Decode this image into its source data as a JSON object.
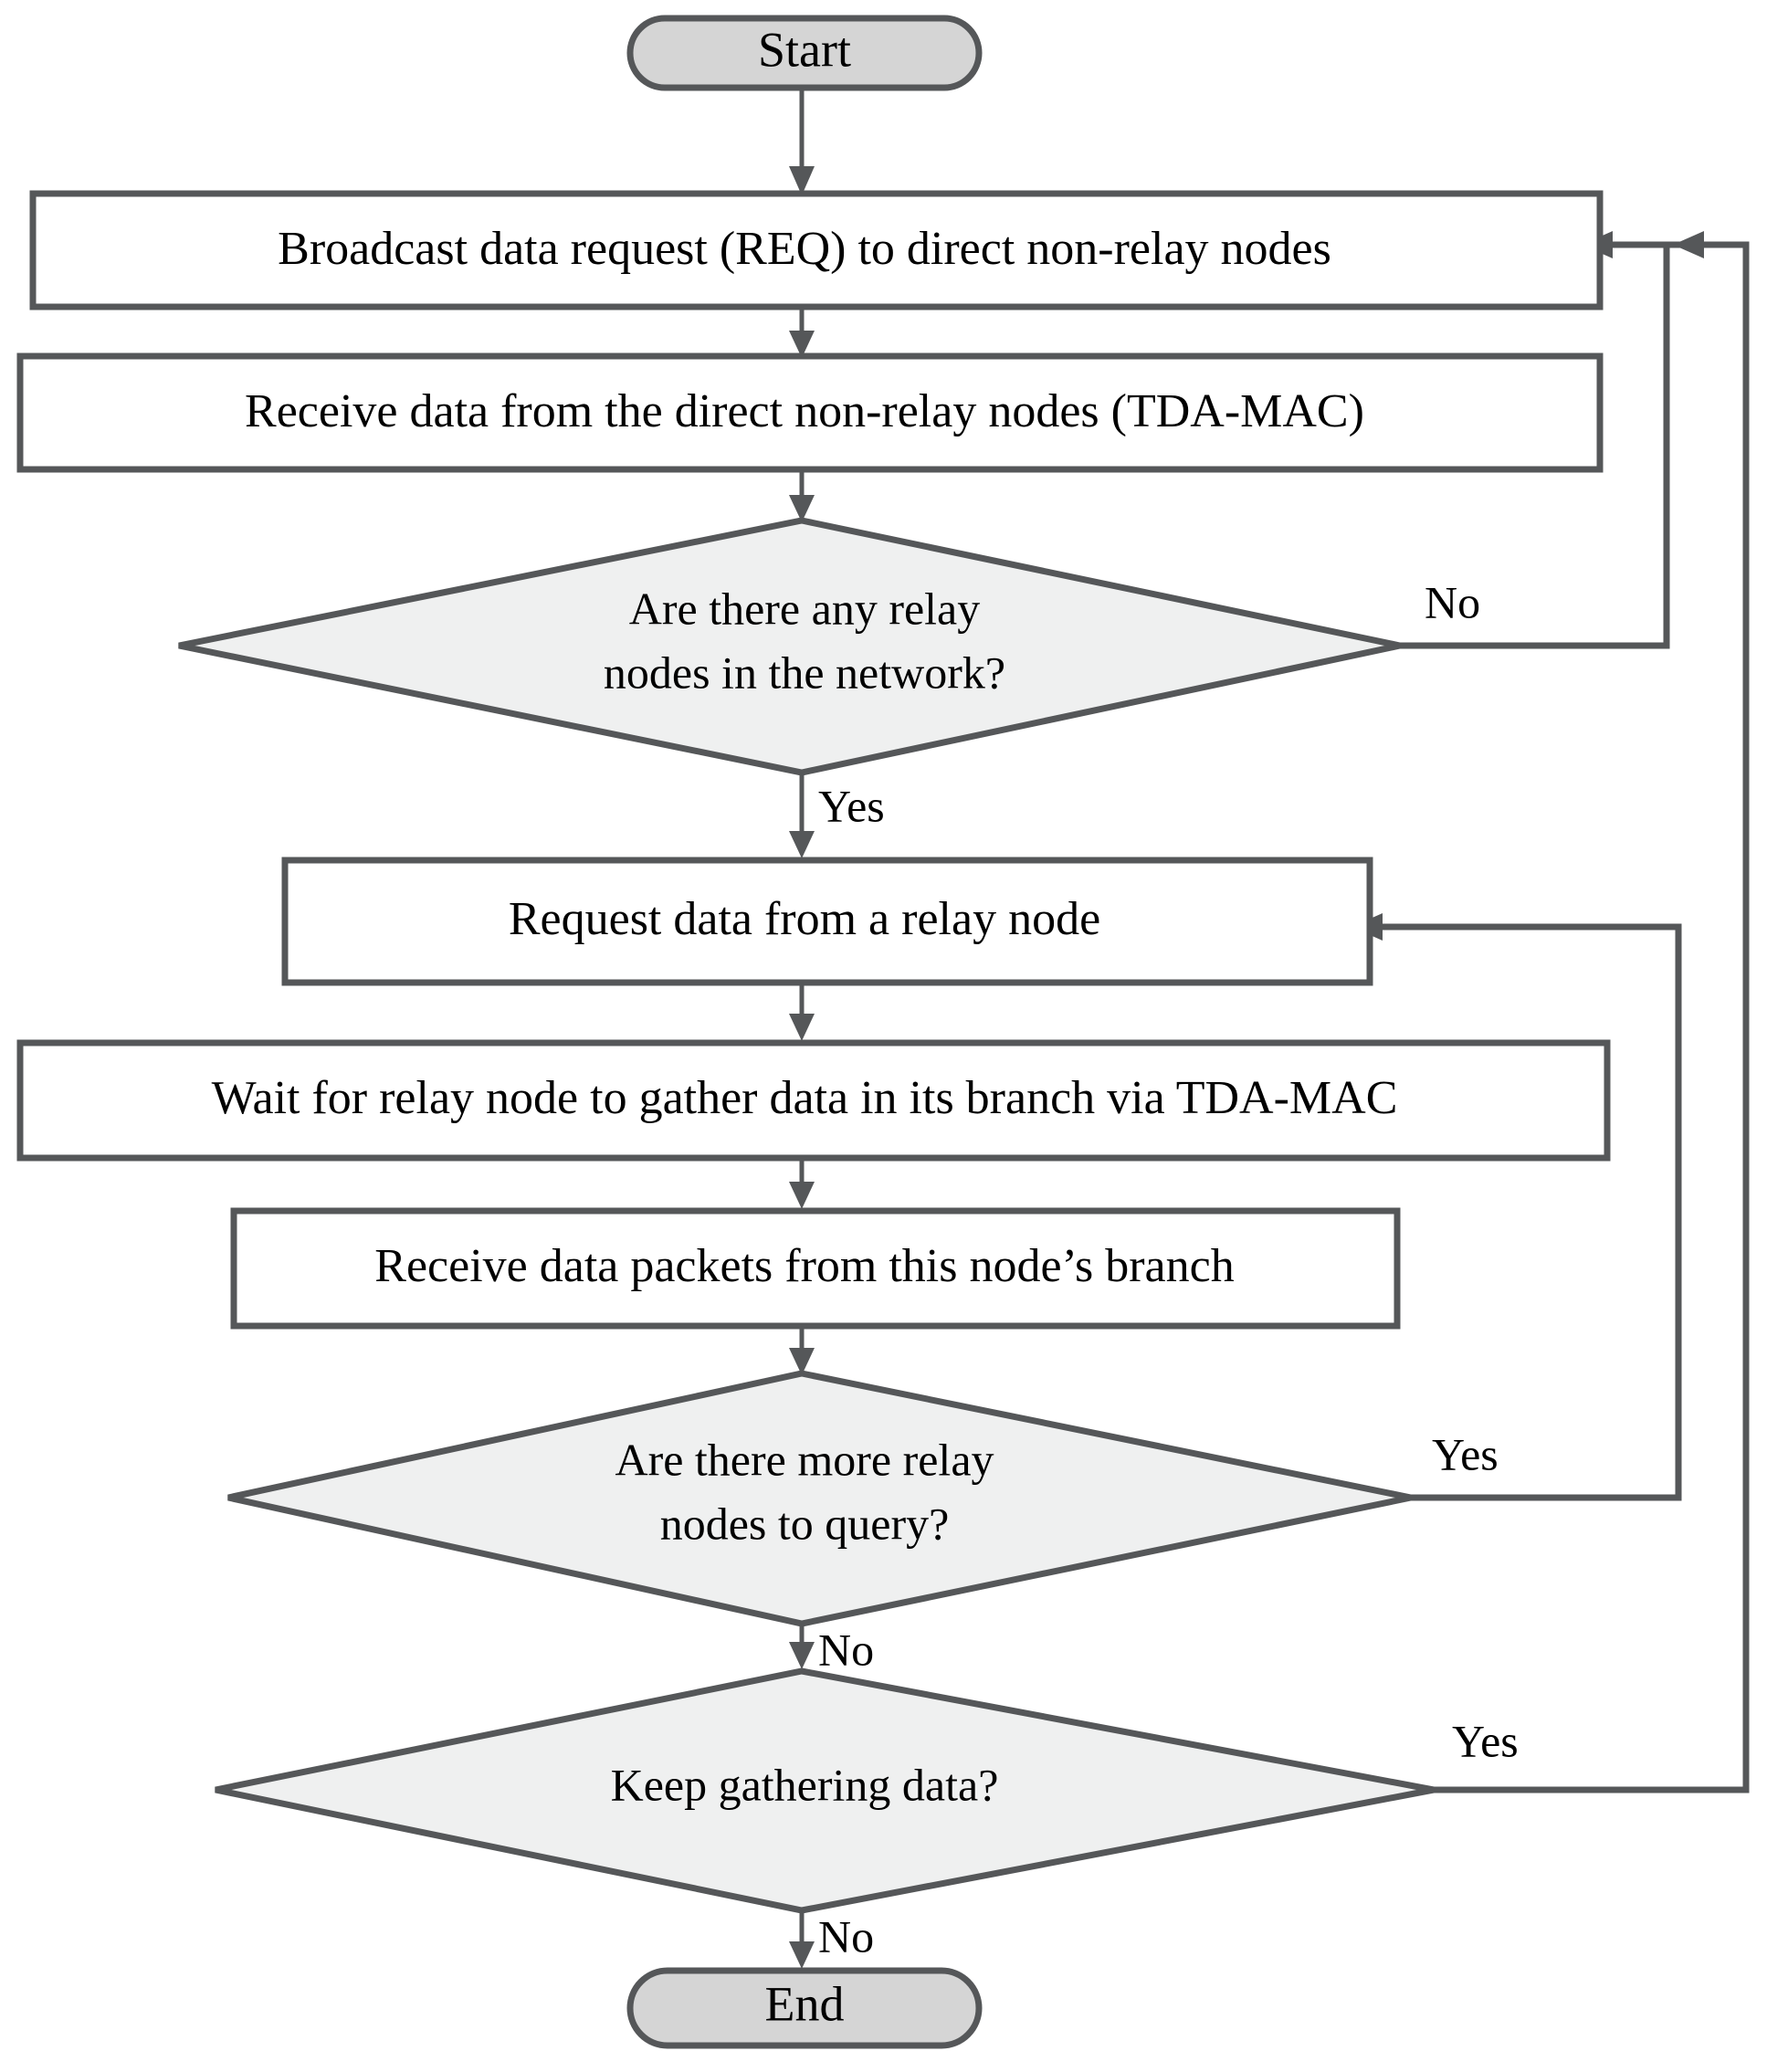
{
  "diagram": {
    "title": "Data gathering flowchart",
    "colors": {
      "terminal_fill": "#d5d5d5",
      "decision_fill": "#eff0f0",
      "process_fill": "#ffffff",
      "stroke": "#555759",
      "text": "#000000",
      "background": "#ffffff"
    },
    "nodes": {
      "start": {
        "label": "Start",
        "type": "terminal"
      },
      "broadcast_req": {
        "label": "Broadcast data request (REQ) to direct non-relay nodes",
        "type": "process"
      },
      "receive_direct": {
        "label": "Receive data from the direct non-relay nodes (TDA-MAC)",
        "type": "process"
      },
      "any_relay_nodes": {
        "label_line1": "Are there any relay",
        "label_line2": "nodes in the network?",
        "type": "decision"
      },
      "request_relay": {
        "label": "Request data from a relay node",
        "type": "process"
      },
      "wait_relay": {
        "label": "Wait for relay node to gather data in its branch via TDA-MAC",
        "type": "process"
      },
      "receive_branch": {
        "label": "Receive data packets from this node’s branch",
        "type": "process"
      },
      "more_relay_nodes": {
        "label_line1": "Are there more relay",
        "label_line2": "nodes to query?",
        "type": "decision"
      },
      "keep_gathering": {
        "label": "Keep gathering data?",
        "type": "decision"
      },
      "end": {
        "label": "End",
        "type": "terminal"
      }
    },
    "edge_labels": {
      "any_relay_no": "No",
      "any_relay_yes": "Yes",
      "more_relay_yes": "Yes",
      "more_relay_no": "No",
      "keep_gathering_yes": "Yes",
      "keep_gathering_no": "No"
    }
  }
}
